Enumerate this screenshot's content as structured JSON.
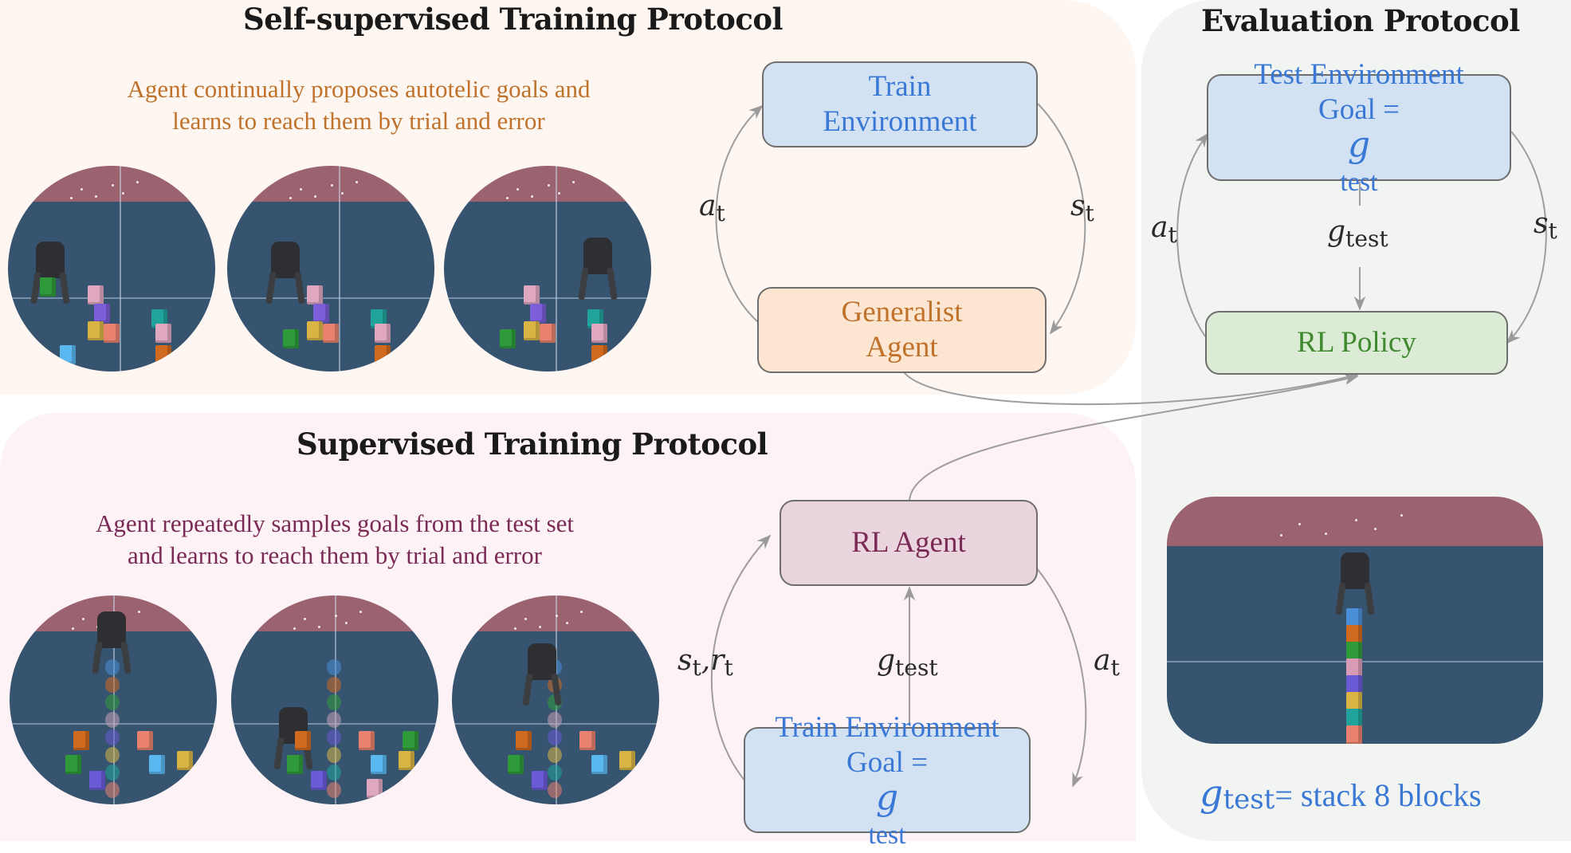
{
  "self_supervised": {
    "title": "Self-supervised Training Protocol",
    "description_lines": [
      "Agent continually proposes autotelic goals and",
      "learns to reach them by trial and error"
    ],
    "description_color": "#c0712a",
    "nodes": {
      "environment": {
        "lines": [
          "Train",
          "Environment"
        ],
        "color": "#3a78d6",
        "fill": "#d2e2f3"
      },
      "agent": {
        "lines": [
          "Generalist",
          "Agent"
        ],
        "color": "#c0712a",
        "fill": "#fce6d2"
      }
    },
    "edges": {
      "left": {
        "sym": "a",
        "sub": "t"
      },
      "right": {
        "sym": "s",
        "sub": "t"
      }
    },
    "scenes": [
      "scene-1",
      "scene-2",
      "scene-3"
    ]
  },
  "supervised": {
    "title": "Supervised Training Protocol",
    "description_lines": [
      "Agent repeatedly samples goals from the test set",
      "and learns to reach them by trial and error"
    ],
    "description_color": "#7a2a55",
    "nodes": {
      "agent": {
        "lines": [
          "RL Agent"
        ],
        "color": "#7a2a55",
        "fill": "#ead4de"
      },
      "environment": {
        "line1": "Train Environment",
        "goal_prefix": "Goal = ",
        "goal_sym": "g",
        "goal_sub": "test",
        "color": "#3a78d6",
        "fill": "#d2e2f3"
      }
    },
    "edges": {
      "left": {
        "text": "s",
        "sub": "t",
        "text2": ",r",
        "sub2": "t"
      },
      "middle": {
        "sym": "g",
        "sub": "test"
      },
      "right": {
        "sym": "a",
        "sub": "t"
      }
    },
    "scenes": [
      "scene-1",
      "scene-2",
      "scene-3"
    ]
  },
  "evaluation": {
    "title": "Evaluation Protocol",
    "nodes": {
      "environment": {
        "line1": "Test Environment",
        "goal_prefix": "Goal = ",
        "goal_sym": "g",
        "goal_sub": "test",
        "color": "#3a78d6",
        "fill": "#d2e2f3"
      },
      "policy": {
        "lines": [
          "RL Policy"
        ],
        "color": "#3f8a2e",
        "fill": "#dcebd6"
      }
    },
    "edges": {
      "left": {
        "sym": "a",
        "sub": "t"
      },
      "middle": {
        "sym": "g",
        "sub": "test"
      },
      "right": {
        "sym": "s",
        "sub": "t"
      }
    },
    "caption": {
      "sym": "g",
      "sub": "test",
      "rest": "= stack 8 blocks",
      "color": "#3a78d6"
    },
    "stack_block_colors": [
      "#4a90d9",
      "#d06a1f",
      "#2f9a3a",
      "#d89ab5",
      "#6a5ad6",
      "#d8b445",
      "#1fa39a",
      "#e8826e"
    ]
  }
}
